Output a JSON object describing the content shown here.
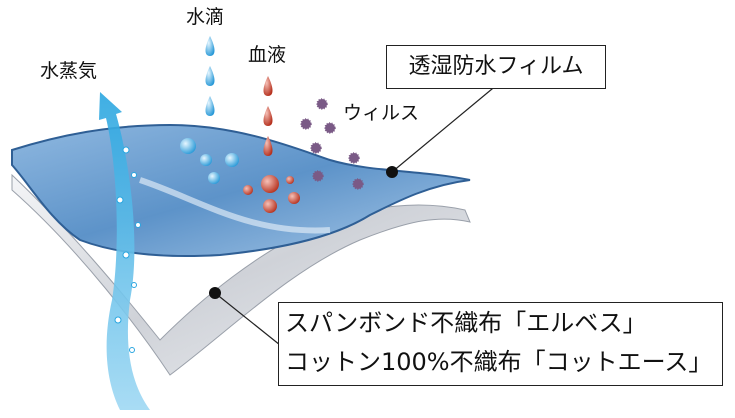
{
  "labels": {
    "water_vapor": "水蒸気",
    "water_drops": "水滴",
    "blood": "血液",
    "virus": "ウィルス",
    "film": "透湿防水フィルム",
    "fabric_line1": "スパンボンド不織布「エルベス」",
    "fabric_line2": "コットン100%不織布「コットエース」"
  },
  "colors": {
    "film_blue": "#4f86c0",
    "water_blue": "#2aa6e0",
    "blood_red": "#c0392b",
    "virus_purple": "#7a5a86",
    "fabric_grey": "#c9ccd2"
  }
}
